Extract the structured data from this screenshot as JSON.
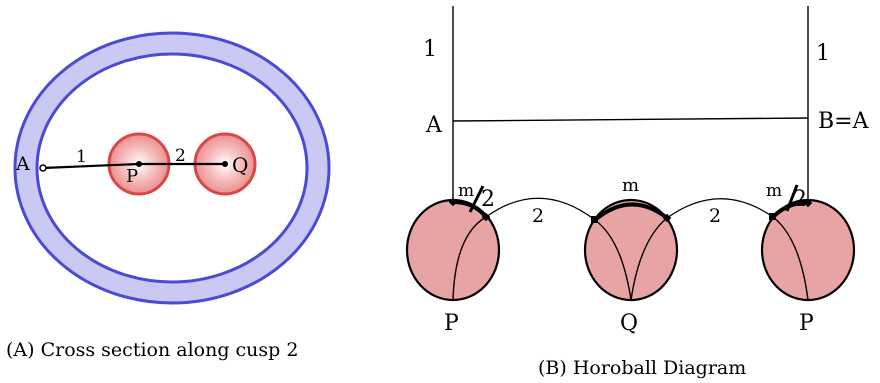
{
  "panel_a": {
    "caption": "(A) Cross section along cusp 2",
    "point_a": "A",
    "point_p": "P",
    "point_q": "Q",
    "segment_ap_label": "1",
    "segment_pq_label": "2",
    "colors": {
      "ring_fill": "#c9c9f4",
      "ring_stroke": "#4a4ad6",
      "ball_fill": "#f4a6a6",
      "ball_stroke": "#d84848"
    }
  },
  "panel_b": {
    "caption": "(B) Horoball Diagram",
    "label_left_1": "1",
    "label_right_1": "1",
    "point_a": "A",
    "point_b": "B=A",
    "arc_label_left_m": "m",
    "arc_label_left_den": "2",
    "arc_label_mid_m": "m",
    "arc_label_right_m": "m",
    "arc_label_right_den": "2",
    "link_label_left": "2",
    "link_label_right": "2",
    "ball_label_left": "P",
    "ball_label_mid": "Q",
    "ball_label_right": "P",
    "colors": {
      "ball_fill": "#e8a4a4",
      "line": "#000000"
    }
  }
}
